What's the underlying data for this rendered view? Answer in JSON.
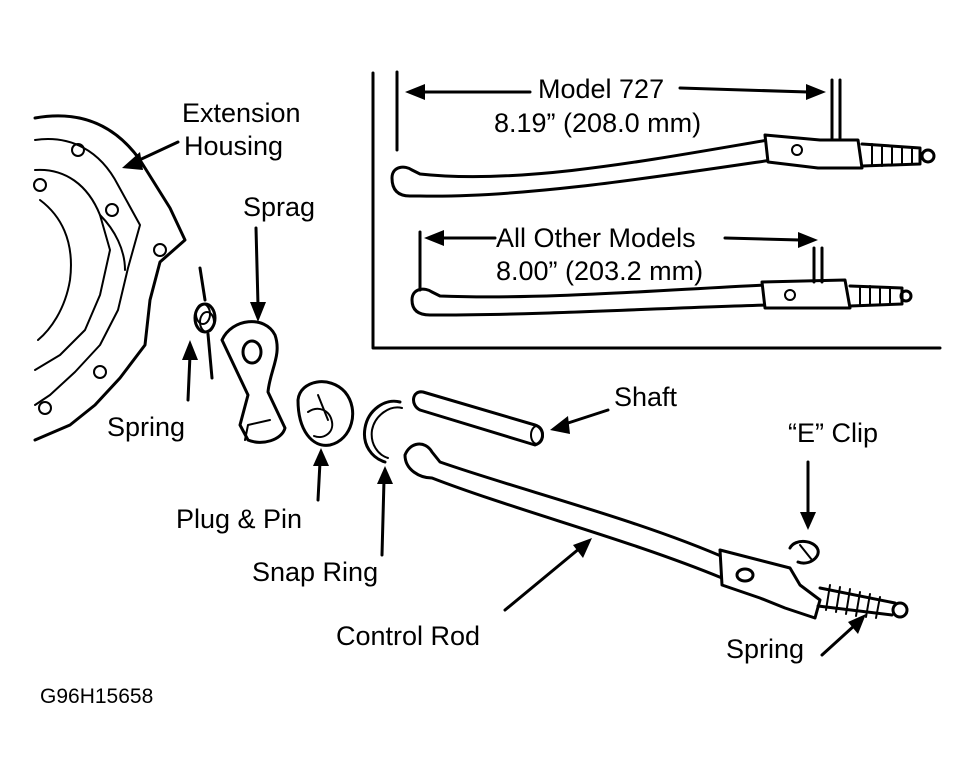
{
  "labels": {
    "extension_housing_line1": "Extension",
    "extension_housing_line2": "Housing",
    "sprag": "Sprag",
    "spring_left": "Spring",
    "plug_pin": "Plug & Pin",
    "snap_ring": "Snap Ring",
    "shaft": "Shaft",
    "e_clip": "“E” Clip",
    "control_rod": "Control Rod",
    "spring_right": "Spring",
    "model_727": "Model 727",
    "model_727_dim": "8.19” (208.0 mm)",
    "other_models": "All Other Models",
    "other_models_dim": "8.00” (203.2 mm)"
  },
  "figure_id": "G96H15658"
}
